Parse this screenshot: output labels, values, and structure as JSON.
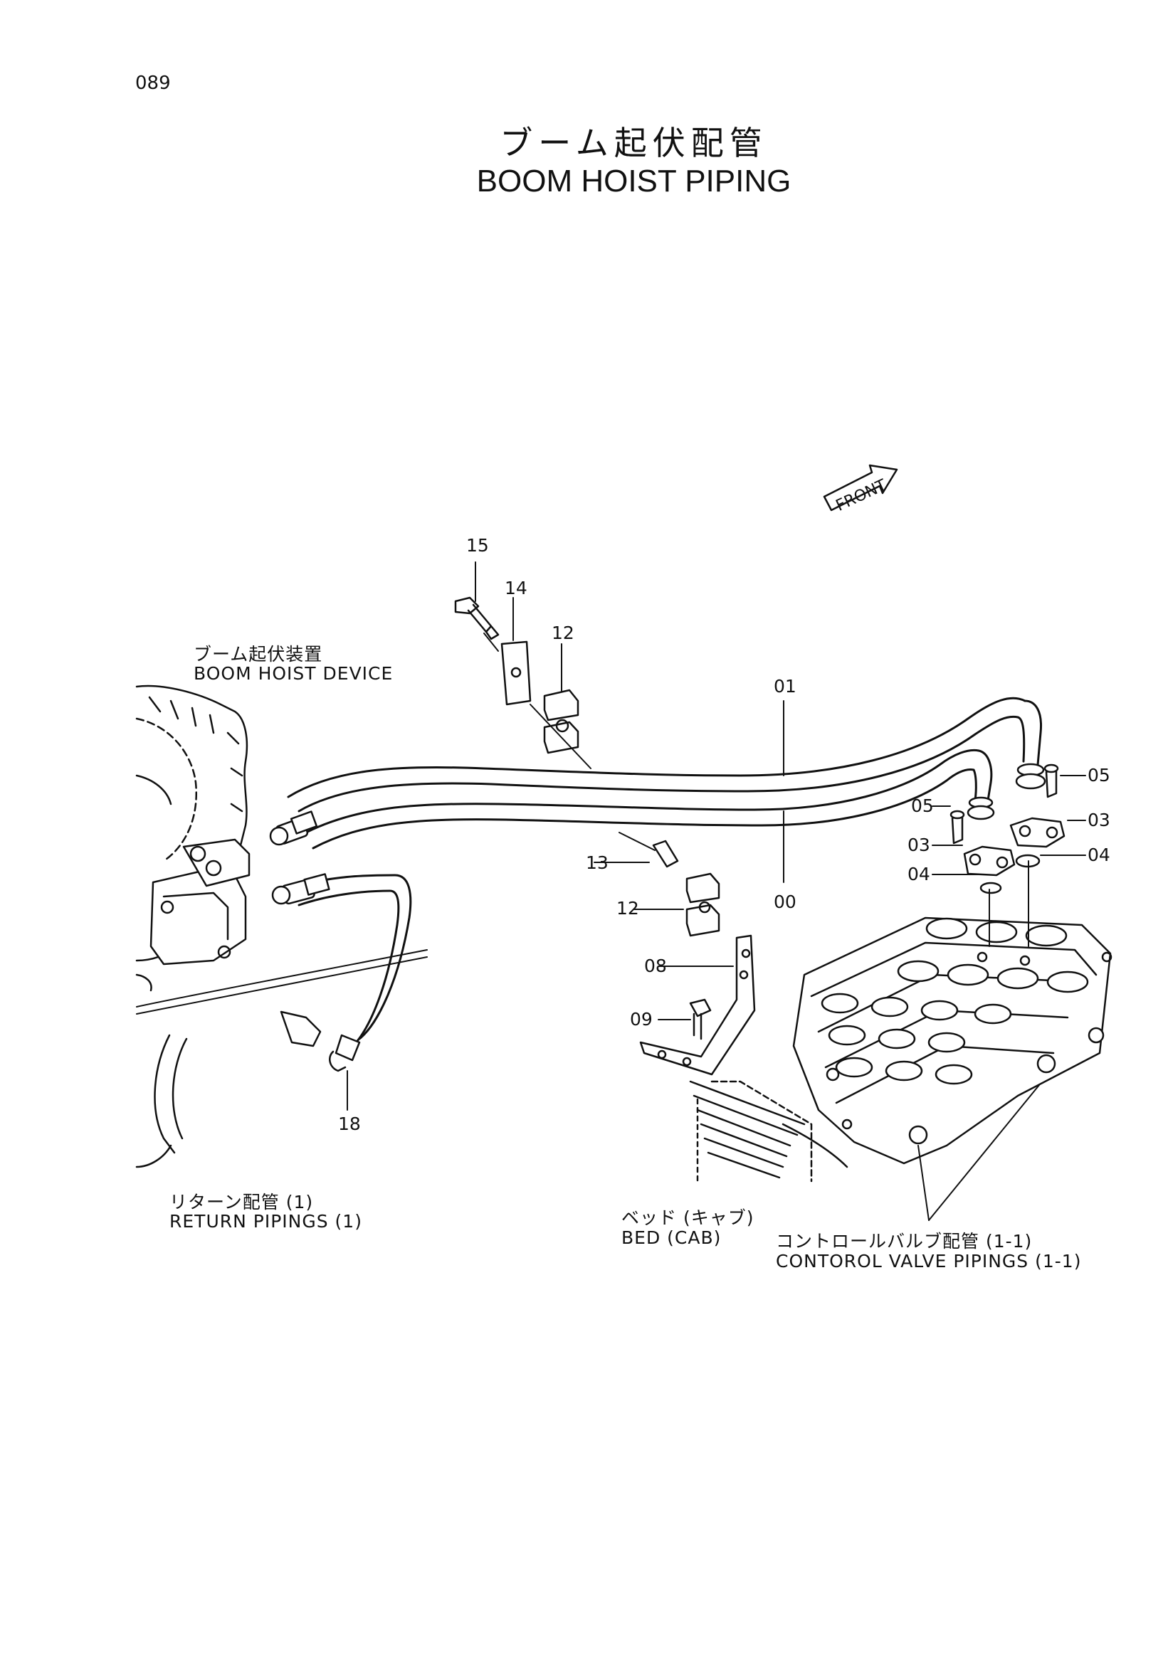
{
  "page": {
    "number": "089",
    "title_jp": "ブーム起伏配管",
    "title_en": "BOOM HOIST PIPING"
  },
  "front_arrow": {
    "label": "FRONT"
  },
  "callouts": {
    "boom_hoist_device_jp": "ブーム起伏装置",
    "boom_hoist_device_en": "BOOM  HOIST  DEVICE",
    "return_pipings_jp": "リターン配管 (1)",
    "return_pipings_en": "RETURN  PIPINGS  (1)",
    "bed_jp": "ベッド (キャブ)",
    "bed_en": "BED  (CAB)",
    "control_valve_jp": "コントロールバルブ配管 (1-1)",
    "control_valve_en": "CONTOROL  VALVE  PIPINGS  (1-1)"
  },
  "part_numbers": {
    "p15": "15",
    "p14": "14",
    "p12_top": "12",
    "p01": "01",
    "p00": "00",
    "p13": "13",
    "p12_bottom": "12",
    "p08": "08",
    "p09": "09",
    "p18": "18",
    "p05_right": "05",
    "p05_left": "05",
    "p03_right": "03",
    "p03_left": "03",
    "p04_right": "04",
    "p04_left": "04"
  }
}
